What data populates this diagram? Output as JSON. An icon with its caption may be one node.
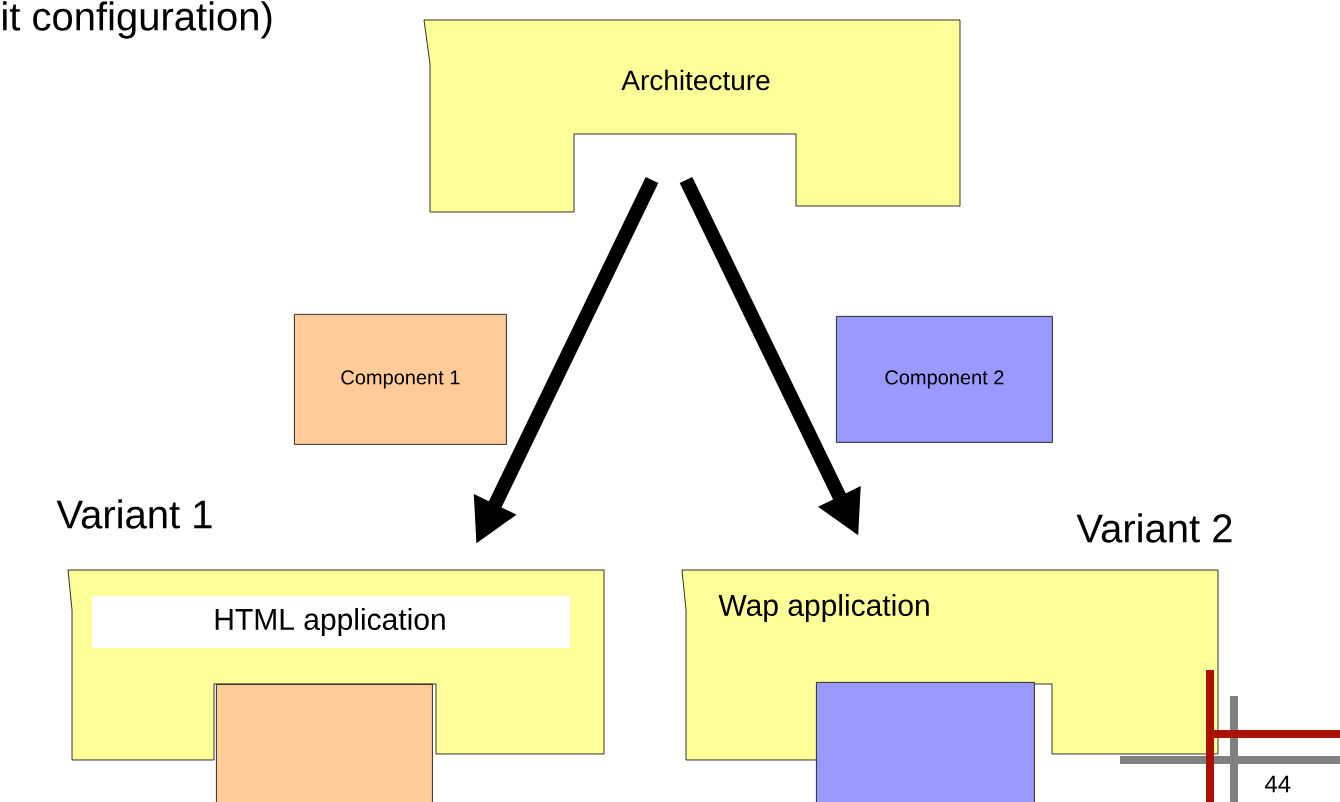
{
  "diagram": {
    "nodes": [
      {
        "text": [
          "Architecture"
        ]
      },
      {
        "text": [
          "Component 1"
        ]
      },
      {
        "text": [
          "Component 2"
        ]
      },
      {
        "text": [
          "HTML application"
        ],
        "beside": [
          "Variant 1"
        ]
      },
      {
        "text": [
          "Wap application"
        ],
        "beside": [
          "Variant 2"
        ]
      },
      {
        "text": [],
        "shape": "box"
      },
      {
        "text": [],
        "shape": "box"
      }
    ],
    "edges": [
      {
        "from": 0,
        "to": 3,
        "arrow": "to"
      },
      {
        "from": 0,
        "to": 4,
        "arrow": "to"
      }
    ],
    "labels": [
      "it configuration)",
      "44"
    ]
  }
}
